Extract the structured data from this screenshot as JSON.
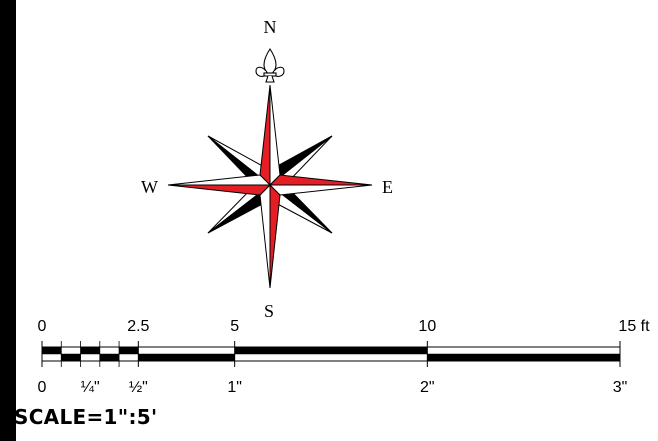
{
  "colors": {
    "accent": "#e31e24",
    "ink": "#000000",
    "paper": "#ffffff"
  },
  "compass": {
    "north": "N",
    "south": "S",
    "east": "E",
    "west": "W",
    "north_marker_icon": "fleur-de-lis-icon"
  },
  "scale_bar": {
    "top_ticks": [
      {
        "value": 0,
        "label": "0"
      },
      {
        "value": 2.5,
        "label": "2.5"
      },
      {
        "value": 5,
        "label": "5"
      },
      {
        "value": 10,
        "label": "10"
      },
      {
        "value": 15,
        "label": "15 ft"
      }
    ],
    "bottom_ticks": [
      {
        "value": 0,
        "label": "0"
      },
      {
        "value": 0.25,
        "label": "¼\""
      },
      {
        "value": 0.5,
        "label": "½\""
      },
      {
        "value": 1,
        "label": "1\""
      },
      {
        "value": 2,
        "label": "2\""
      },
      {
        "value": 3,
        "label": "3\""
      }
    ],
    "max_inches": 3,
    "caption": "SCALE=1\":5'"
  }
}
